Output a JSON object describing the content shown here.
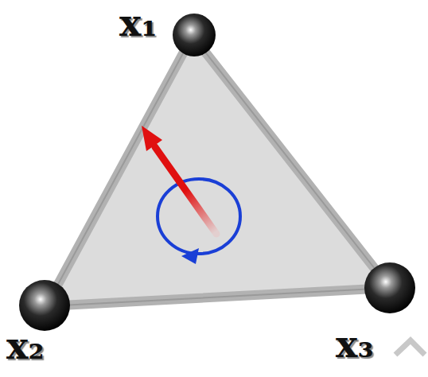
{
  "diagram": {
    "labels": [
      "x₁",
      "x₂",
      "x₃"
    ]
  }
}
